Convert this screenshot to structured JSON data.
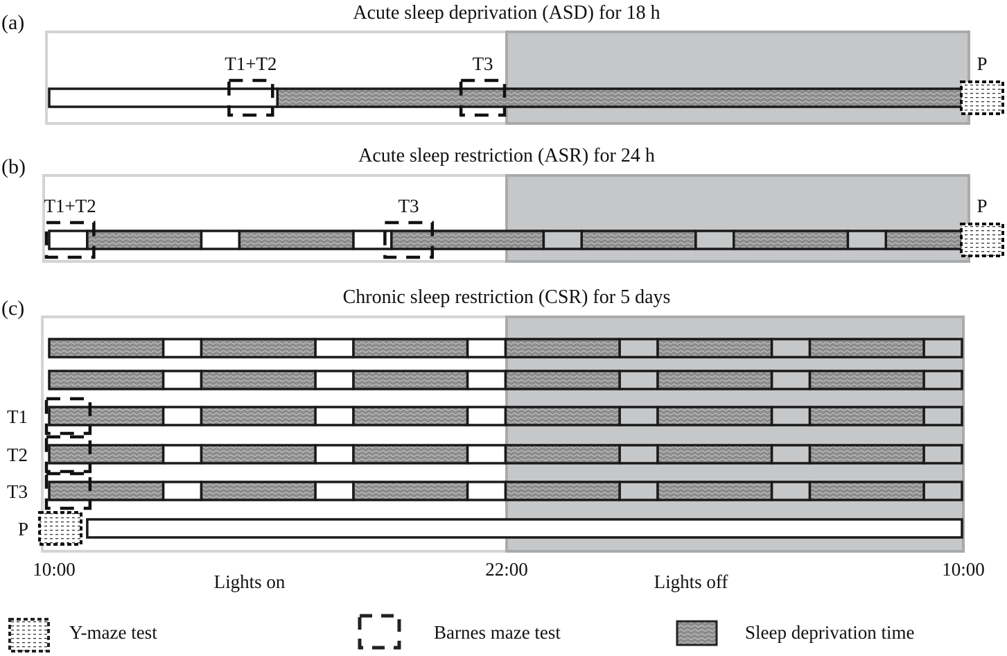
{
  "colors": {
    "dark_period": "#c6c7c9",
    "frame_light": "#d4d4d4",
    "frame_dark": "#a9aaac",
    "sd_fill": "#8c8c8c",
    "line": "#1a1a1a"
  },
  "panels": [
    {
      "letter": "(a)",
      "title": "Acute sleep deprivation (ASD) for 18 h",
      "rows": [
        {
          "label": "",
          "segments": [
            [
              0,
              6,
              "awake"
            ],
            [
              6,
              24,
              "sd"
            ]
          ],
          "barnes": [
            {
              "label": "T1+T2",
              "start": 4.8,
              "end": 5.8
            },
            {
              "label": "T3",
              "start": 10.9,
              "end": 11.9
            }
          ],
          "ymaze": {
            "label": "P",
            "at": 24
          }
        }
      ]
    },
    {
      "letter": "(b)",
      "title": "Acute sleep restriction (ASR) for 24 h",
      "rows": [
        {
          "label": "",
          "segments": [
            [
              0,
              1,
              "awake"
            ],
            [
              1,
              4,
              "sd"
            ],
            [
              4,
              5,
              "awake"
            ],
            [
              5,
              8,
              "sd"
            ],
            [
              8,
              9,
              "awake"
            ],
            [
              9,
              13,
              "sd"
            ],
            [
              13,
              14,
              "awake"
            ],
            [
              14,
              17,
              "sd"
            ],
            [
              17,
              18,
              "awake"
            ],
            [
              18,
              21,
              "sd"
            ],
            [
              21,
              22,
              "awake"
            ],
            [
              22,
              24,
              "sd"
            ]
          ],
          "barnes": [
            {
              "label": "T1+T2",
              "start": 0,
              "end": 1.1
            },
            {
              "label": "T3",
              "start": 8.9,
              "end": 10.0
            }
          ],
          "ymaze": {
            "label": "P",
            "at": 24
          }
        }
      ]
    },
    {
      "letter": "(c)",
      "title": "Chronic sleep restriction (CSR) for 5 days",
      "rows": [
        {
          "label": "",
          "segments": [
            [
              0,
              3,
              "sd"
            ],
            [
              3,
              4,
              "awake"
            ],
            [
              4,
              7,
              "sd"
            ],
            [
              7,
              8,
              "awake"
            ],
            [
              8,
              11,
              "sd"
            ],
            [
              11,
              12,
              "awake"
            ],
            [
              12,
              15,
              "sd"
            ],
            [
              15,
              16,
              "awake"
            ],
            [
              16,
              19,
              "sd"
            ],
            [
              19,
              20,
              "awake"
            ],
            [
              20,
              23,
              "sd"
            ],
            [
              23,
              24,
              "awake"
            ]
          ],
          "barnes": [],
          "ymaze": null
        },
        {
          "label": "",
          "segments": [
            [
              0,
              3,
              "sd"
            ],
            [
              3,
              4,
              "awake"
            ],
            [
              4,
              7,
              "sd"
            ],
            [
              7,
              8,
              "awake"
            ],
            [
              8,
              11,
              "sd"
            ],
            [
              11,
              12,
              "awake"
            ],
            [
              12,
              15,
              "sd"
            ],
            [
              15,
              16,
              "awake"
            ],
            [
              16,
              19,
              "sd"
            ],
            [
              19,
              20,
              "awake"
            ],
            [
              20,
              23,
              "sd"
            ],
            [
              23,
              24,
              "awake"
            ]
          ],
          "barnes": [],
          "ymaze": null
        },
        {
          "label": "T1",
          "segments": [
            [
              0,
              3,
              "sd"
            ],
            [
              3,
              4,
              "awake"
            ],
            [
              4,
              7,
              "sd"
            ],
            [
              7,
              8,
              "awake"
            ],
            [
              8,
              11,
              "sd"
            ],
            [
              11,
              12,
              "awake"
            ],
            [
              12,
              15,
              "sd"
            ],
            [
              15,
              16,
              "awake"
            ],
            [
              16,
              19,
              "sd"
            ],
            [
              19,
              20,
              "awake"
            ],
            [
              20,
              23,
              "sd"
            ],
            [
              23,
              24,
              "awake"
            ]
          ],
          "barnes": [
            {
              "label": "",
              "start": 0,
              "end": 1
            }
          ],
          "ymaze": null
        },
        {
          "label": "T2",
          "segments": [
            [
              0,
              3,
              "sd"
            ],
            [
              3,
              4,
              "awake"
            ],
            [
              4,
              7,
              "sd"
            ],
            [
              7,
              8,
              "awake"
            ],
            [
              8,
              11,
              "sd"
            ],
            [
              11,
              12,
              "awake"
            ],
            [
              12,
              15,
              "sd"
            ],
            [
              15,
              16,
              "awake"
            ],
            [
              16,
              19,
              "sd"
            ],
            [
              19,
              20,
              "awake"
            ],
            [
              20,
              23,
              "sd"
            ],
            [
              23,
              24,
              "awake"
            ]
          ],
          "barnes": [
            {
              "label": "",
              "start": 0,
              "end": 1
            }
          ],
          "ymaze": null
        },
        {
          "label": "T3",
          "segments": [
            [
              0,
              3,
              "sd"
            ],
            [
              3,
              4,
              "awake"
            ],
            [
              4,
              7,
              "sd"
            ],
            [
              7,
              8,
              "awake"
            ],
            [
              8,
              11,
              "sd"
            ],
            [
              11,
              12,
              "awake"
            ],
            [
              12,
              15,
              "sd"
            ],
            [
              15,
              16,
              "awake"
            ],
            [
              16,
              19,
              "sd"
            ],
            [
              19,
              20,
              "awake"
            ],
            [
              20,
              23,
              "sd"
            ],
            [
              23,
              24,
              "awake"
            ]
          ],
          "barnes": [
            {
              "label": "",
              "start": 0,
              "end": 1
            }
          ],
          "ymaze": null
        },
        {
          "label": "P",
          "segments": [
            [
              1,
              24,
              "awake"
            ]
          ],
          "barnes": [],
          "ymaze": {
            "label": "",
            "at": 0
          }
        }
      ]
    }
  ],
  "axis": {
    "start": "10:00",
    "mid": "22:00",
    "end": "10:00",
    "lights_on": "Lights on",
    "lights_off": "Lights off"
  },
  "legend": [
    {
      "icon": "ymaze",
      "label": "Y-maze test"
    },
    {
      "icon": "barnes",
      "label": "Barnes maze test"
    },
    {
      "icon": "sd",
      "label": "Sleep deprivation time"
    }
  ]
}
